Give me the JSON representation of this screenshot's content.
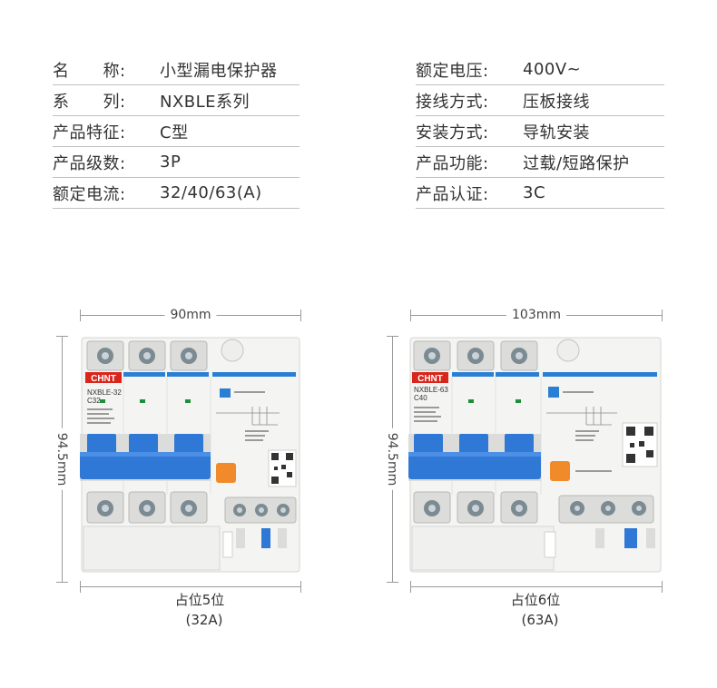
{
  "specs_left": [
    {
      "key": "名　　称:",
      "value": "小型漏电保护器"
    },
    {
      "key": "系　　列:",
      "value": "NXBLE系列"
    },
    {
      "key": "产品特征:",
      "value": "C型"
    },
    {
      "key": "产品级数:",
      "value": "3P"
    },
    {
      "key": "额定电流:",
      "value": "32/40/63(A)"
    }
  ],
  "specs_right": [
    {
      "key": "额定电压:",
      "value": "400V~"
    },
    {
      "key": "接线方式:",
      "value": "压板接线"
    },
    {
      "key": "安装方式:",
      "value": "导轨安装"
    },
    {
      "key": "产品功能:",
      "value": "过载/短路保护"
    },
    {
      "key": "产品认证:",
      "value": "3C"
    }
  ],
  "product_left": {
    "width_label": "90mm",
    "height_label": "94.5mm",
    "brand": "CHNT",
    "model": "NXBLE-32",
    "rating": "C32",
    "caption_line1": "占位5位",
    "caption_line2": "(32A)"
  },
  "product_right": {
    "width_label": "103mm",
    "height_label": "94.5mm",
    "brand": "CHNT",
    "model": "NXBLE-63",
    "rating": "C40",
    "caption_line1": "占位6位",
    "caption_line2": "(63A)"
  },
  "colors": {
    "handle_blue": "#2f78d6",
    "band_blue": "#2a7fd4",
    "brand_red": "#d9261c",
    "test_orange": "#f08a2a",
    "body_white": "#f4f4f2"
  }
}
